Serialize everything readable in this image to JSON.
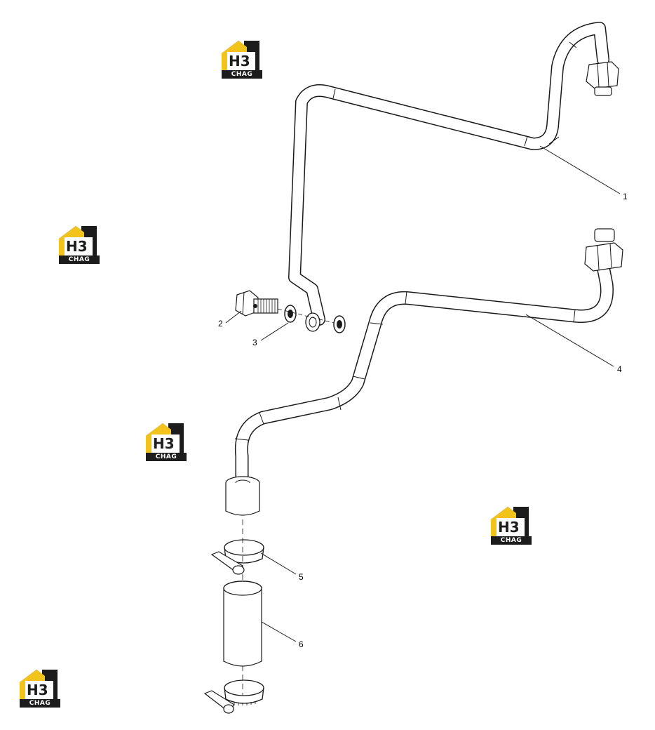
{
  "diagram": {
    "callouts": [
      {
        "id": "1",
        "label": "1"
      },
      {
        "id": "2",
        "label": "2"
      },
      {
        "id": "3",
        "label": "3"
      },
      {
        "id": "4",
        "label": "4"
      },
      {
        "id": "5",
        "label": "5"
      },
      {
        "id": "6",
        "label": "6"
      }
    ]
  },
  "watermark": {
    "mark": "H3",
    "text": "CHAG",
    "colors": {
      "accent": "#f2c31b",
      "dark": "#1c1c1c"
    }
  }
}
